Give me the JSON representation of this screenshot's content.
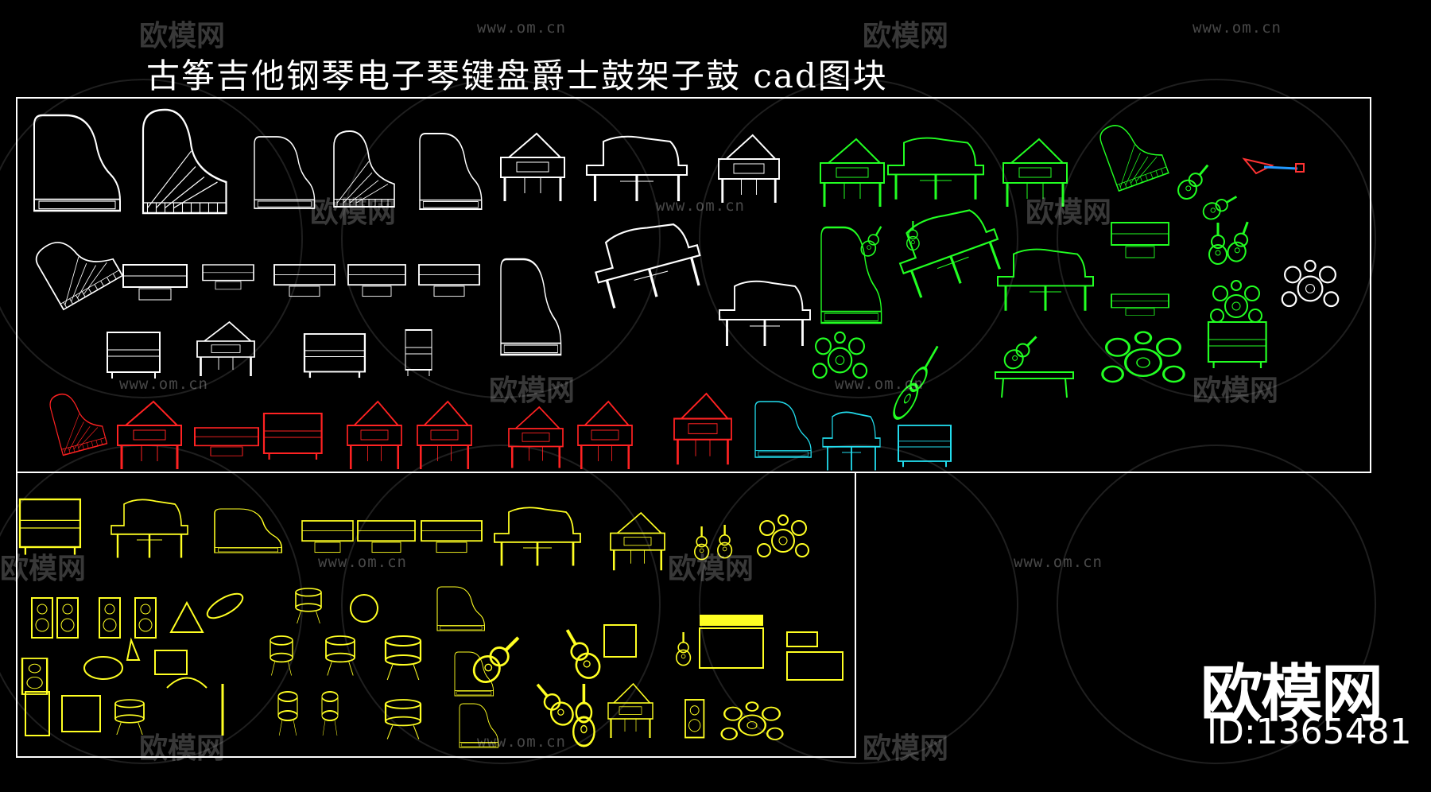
{
  "title": "古筝吉他钢琴电子琴键盘爵士鼓架子鼓 cad图块",
  "watermark": {
    "brand": "欧模网",
    "url": "www.om.cn"
  },
  "brand": {
    "name": "欧模网",
    "id": "ID:1365481"
  },
  "colors": {
    "background": "#000000",
    "frame": "#ffffff",
    "white_blocks": "#ffffff",
    "green_blocks": "#22ff22",
    "red_blocks": "#ff2222",
    "cyan_blocks": "#22ddee",
    "yellow_blocks": "#ffff22"
  }
}
